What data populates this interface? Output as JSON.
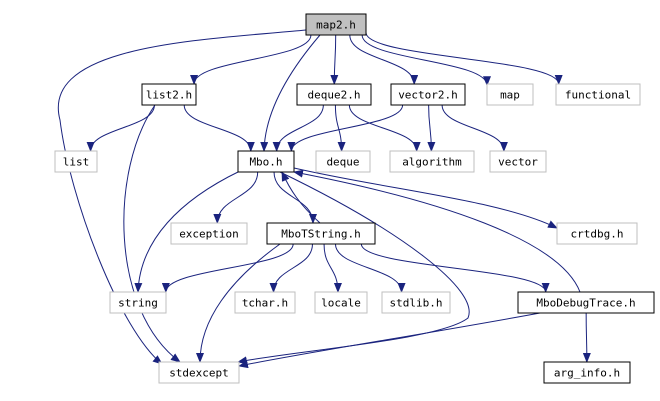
{
  "colors": {
    "edge": "#1a237e",
    "root_fill": "#c0c0c0",
    "documented_border": "#000000",
    "external_border": "#bfbfbf",
    "background": "#ffffff"
  },
  "nodes": [
    {
      "id": "map2h",
      "label": "map2.h",
      "kind": "root"
    },
    {
      "id": "list2h",
      "label": "list2.h",
      "kind": "documented"
    },
    {
      "id": "deque2h",
      "label": "deque2.h",
      "kind": "documented"
    },
    {
      "id": "vector2h",
      "label": "vector2.h",
      "kind": "documented"
    },
    {
      "id": "map",
      "label": "map",
      "kind": "external"
    },
    {
      "id": "functional",
      "label": "functional",
      "kind": "external"
    },
    {
      "id": "list",
      "label": "list",
      "kind": "external"
    },
    {
      "id": "mboh",
      "label": "Mbo.h",
      "kind": "documented"
    },
    {
      "id": "deque",
      "label": "deque",
      "kind": "external"
    },
    {
      "id": "algorithm",
      "label": "algorithm",
      "kind": "external"
    },
    {
      "id": "vector",
      "label": "vector",
      "kind": "external"
    },
    {
      "id": "exception",
      "label": "exception",
      "kind": "external"
    },
    {
      "id": "mbotstringh",
      "label": "MboTString.h",
      "kind": "documented"
    },
    {
      "id": "crtdbgh",
      "label": "crtdbg.h",
      "kind": "external"
    },
    {
      "id": "string",
      "label": "string",
      "kind": "external"
    },
    {
      "id": "tcharh",
      "label": "tchar.h",
      "kind": "external"
    },
    {
      "id": "locale",
      "label": "locale",
      "kind": "external"
    },
    {
      "id": "stdlibh",
      "label": "stdlib.h",
      "kind": "external"
    },
    {
      "id": "mbodebugtraceh",
      "label": "MboDebugTrace.h",
      "kind": "documented"
    },
    {
      "id": "stdexcept",
      "label": "stdexcept",
      "kind": "external"
    },
    {
      "id": "arginfoh",
      "label": "arg_info.h",
      "kind": "documented"
    }
  ],
  "edges": [
    {
      "from": "map2h",
      "to": "list2h"
    },
    {
      "from": "map2h",
      "to": "deque2h"
    },
    {
      "from": "map2h",
      "to": "vector2h"
    },
    {
      "from": "map2h",
      "to": "map"
    },
    {
      "from": "map2h",
      "to": "functional"
    },
    {
      "from": "map2h",
      "to": "mboh"
    },
    {
      "from": "map2h",
      "to": "stdexcept"
    },
    {
      "from": "list2h",
      "to": "list"
    },
    {
      "from": "list2h",
      "to": "mboh"
    },
    {
      "from": "list2h",
      "to": "stdexcept"
    },
    {
      "from": "deque2h",
      "to": "mboh"
    },
    {
      "from": "deque2h",
      "to": "deque"
    },
    {
      "from": "deque2h",
      "to": "algorithm"
    },
    {
      "from": "vector2h",
      "to": "mboh"
    },
    {
      "from": "vector2h",
      "to": "algorithm"
    },
    {
      "from": "vector2h",
      "to": "vector"
    },
    {
      "from": "mboh",
      "to": "exception"
    },
    {
      "from": "mboh",
      "to": "string"
    },
    {
      "from": "mboh",
      "to": "mbotstringh"
    },
    {
      "from": "mboh",
      "to": "crtdbgh"
    },
    {
      "from": "mboh",
      "to": "stdexcept"
    },
    {
      "from": "mbotstringh",
      "to": "mboh"
    },
    {
      "from": "mbotstringh",
      "to": "string"
    },
    {
      "from": "mbotstringh",
      "to": "tcharh"
    },
    {
      "from": "mbotstringh",
      "to": "locale"
    },
    {
      "from": "mbotstringh",
      "to": "stdlibh"
    },
    {
      "from": "mbotstringh",
      "to": "mbodebugtraceh"
    },
    {
      "from": "mbotstringh",
      "to": "stdexcept"
    },
    {
      "from": "mbodebugtraceh",
      "to": "mboh"
    },
    {
      "from": "mbodebugtraceh",
      "to": "stdexcept"
    },
    {
      "from": "mbodebugtraceh",
      "to": "arginfoh"
    }
  ]
}
